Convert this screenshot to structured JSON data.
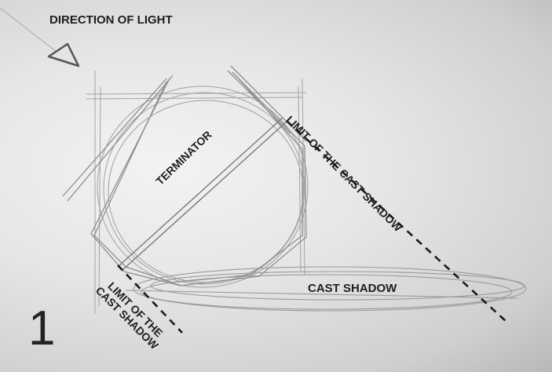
{
  "labels": {
    "direction_of_light": "DIRECTION OF LIGHT",
    "terminator": "TERMINATOR",
    "limit_cast_shadow_right": "LIMIT OF THE CAST SHADOW",
    "cast_shadow": "CAST SHADOW",
    "limit_cast_shadow_left_line1": "LIMIT OF THE",
    "limit_cast_shadow_left_line2": "CAST SHADOW"
  },
  "step_number": "1",
  "colors": {
    "paper": "#e8e8e8",
    "pencil": "#8a8a8a",
    "text": "#1e1e1e"
  }
}
